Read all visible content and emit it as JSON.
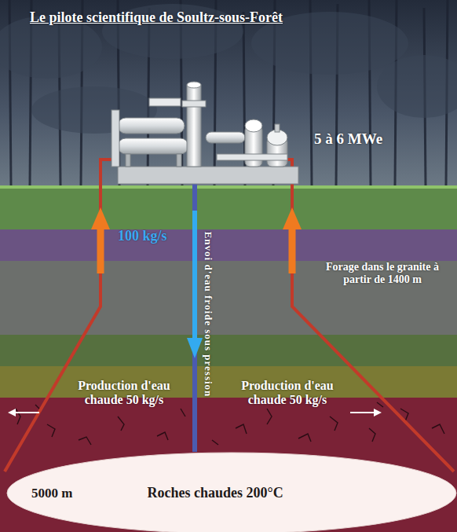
{
  "diagram": {
    "title": "Le pilote scientifique de Soultz-sous-Forêt",
    "nodes": [
      {
        "text": [
          "5000 m",
          "Roches chaudes 200°C"
        ]
      }
    ],
    "labels": [
      "5 à 6 MWe",
      "100 kg/s",
      "Envoi d'eau froide sous pression",
      "Forage dans le granite à partir de 1400 m",
      "Production d'eau chaude 50 kg/s",
      "Production d'eau chaude 50 kg/s"
    ]
  }
}
